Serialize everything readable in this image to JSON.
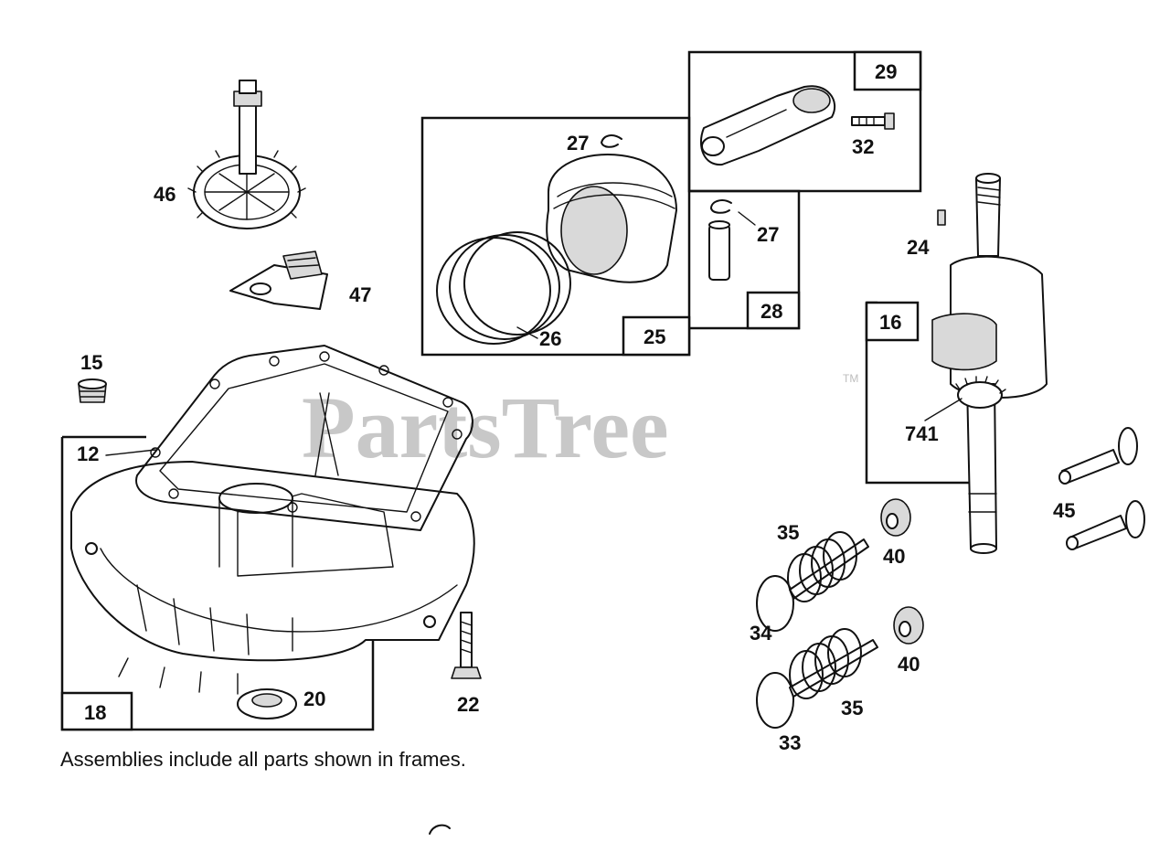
{
  "watermark": {
    "text": "PartsTree",
    "tm": "TM"
  },
  "caption": "Assemblies include all parts shown in frames.",
  "frames": [
    {
      "id": "12",
      "label": "12"
    },
    {
      "id": "18",
      "label": "18"
    },
    {
      "id": "25",
      "label": "25"
    },
    {
      "id": "28",
      "label": "28"
    },
    {
      "id": "29",
      "label": "29"
    },
    {
      "id": "16",
      "label": "16"
    }
  ],
  "callouts": {
    "p46": "46",
    "p47": "47",
    "p15": "15",
    "p20": "20",
    "p22": "22",
    "p27a": "27",
    "p27b": "27",
    "p26": "26",
    "p32": "32",
    "p24": "24",
    "p741": "741",
    "p45": "45",
    "p35a": "35",
    "p40a": "40",
    "p34": "34",
    "p40b": "40",
    "p35b": "35",
    "p33": "33"
  }
}
